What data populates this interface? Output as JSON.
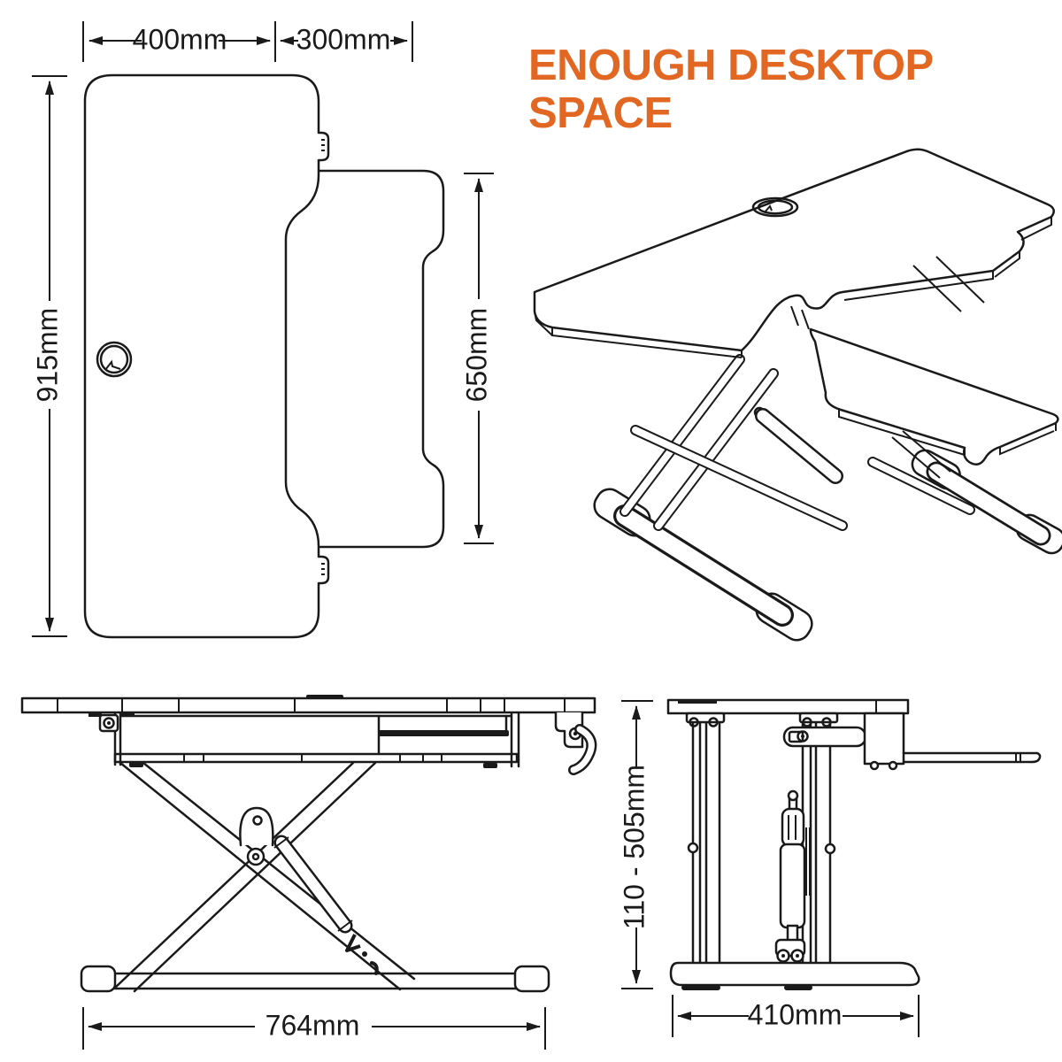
{
  "title": {
    "line1": "ENOUGH DESKTOP",
    "line2": "SPACE",
    "color": "#E26722"
  },
  "diagram": {
    "line_color": "#1a1a1a",
    "background": "#ffffff",
    "views": {
      "top_view": {
        "label_desk_width": "400mm",
        "label_tray_width": "300mm",
        "label_desk_length": "915mm",
        "label_tray_length": "650mm"
      },
      "front_view": {
        "label_base_width": "764mm"
      },
      "side_view": {
        "label_height_range": "110 - 505mm",
        "label_base_depth": "410mm"
      }
    }
  }
}
